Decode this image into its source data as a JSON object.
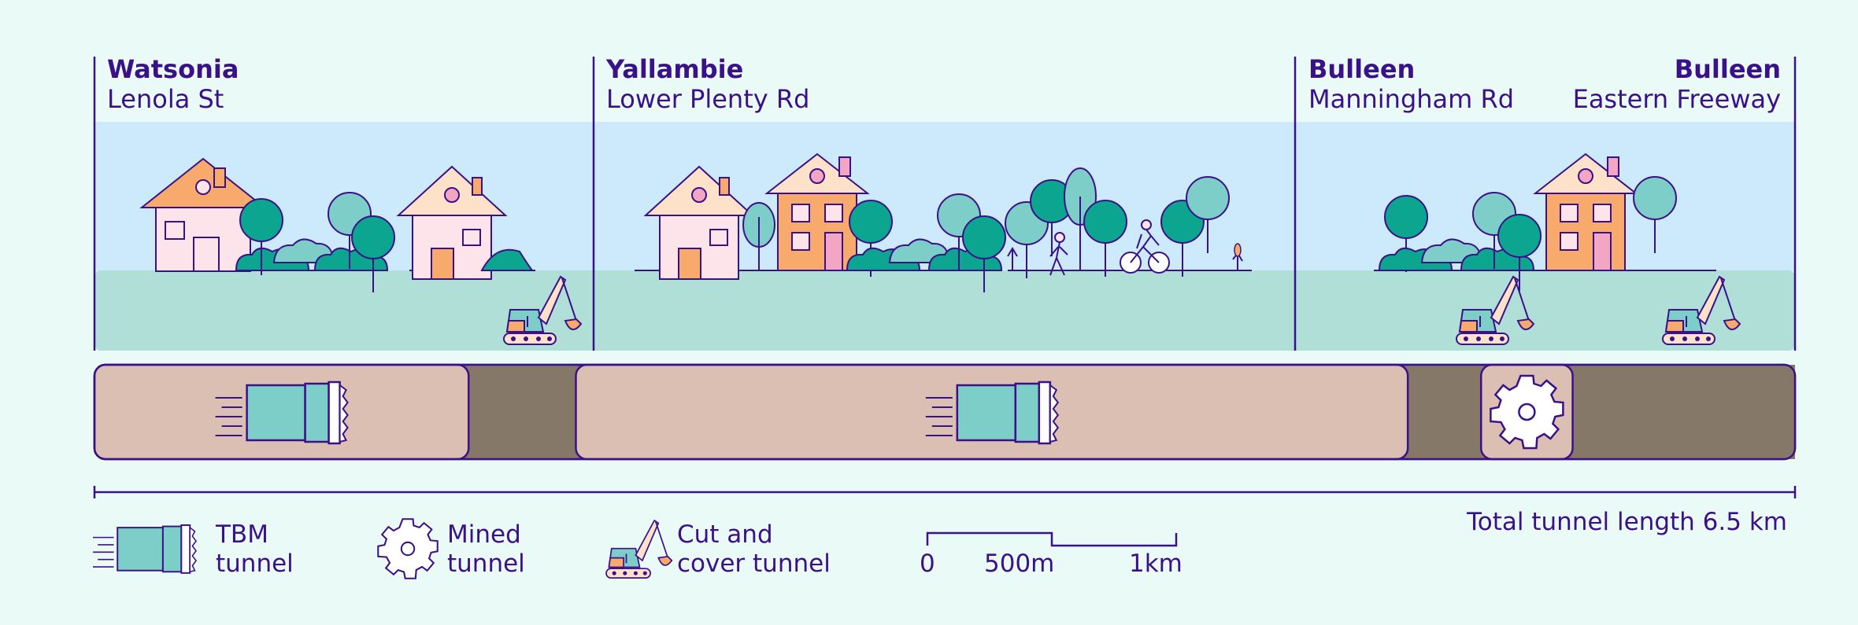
{
  "locations": [
    {
      "place": "Watsonia",
      "street": "Lenola St"
    },
    {
      "place": "Yallambie",
      "street": "Lower Plenty Rd"
    },
    {
      "place": "Bulleen",
      "street": "Manningham Rd"
    },
    {
      "place": "Bulleen",
      "street": "Eastern Freeway"
    }
  ],
  "tunnel_sections": [
    {
      "type": "TBM tunnel",
      "from_km": 0,
      "to_km": 1.43
    },
    {
      "type": "Cut and cover tunnel",
      "from_km": 1.43,
      "to_km": 1.84
    },
    {
      "type": "TBM tunnel",
      "from_km": 1.84,
      "to_km": 5.02
    },
    {
      "type": "Cut and cover tunnel",
      "from_km": 5.02,
      "to_km": 5.3
    },
    {
      "type": "Mined tunnel",
      "from_km": 5.3,
      "to_km": 5.65
    },
    {
      "type": "Cut and cover tunnel",
      "from_km": 5.65,
      "to_km": 6.5
    }
  ],
  "legend": {
    "tbm": {
      "line1": "TBM",
      "line2": "tunnel"
    },
    "mined": {
      "line1": "Mined",
      "line2": "tunnel"
    },
    "cutcover": {
      "line1": "Cut and",
      "line2": "cover tunnel"
    }
  },
  "scale_bar": {
    "labels": [
      "0",
      "500m",
      "1km"
    ]
  },
  "total_length": "Total tunnel length 6.5 km",
  "colors": {
    "ink": "#3a1189",
    "sky": "#cdeafc",
    "ground": "#b0dfd7",
    "tbm_section": "#dcbfb3",
    "cut_section": "#857869",
    "mined_box": "#dcbfb3",
    "background": "#eafaf7"
  }
}
